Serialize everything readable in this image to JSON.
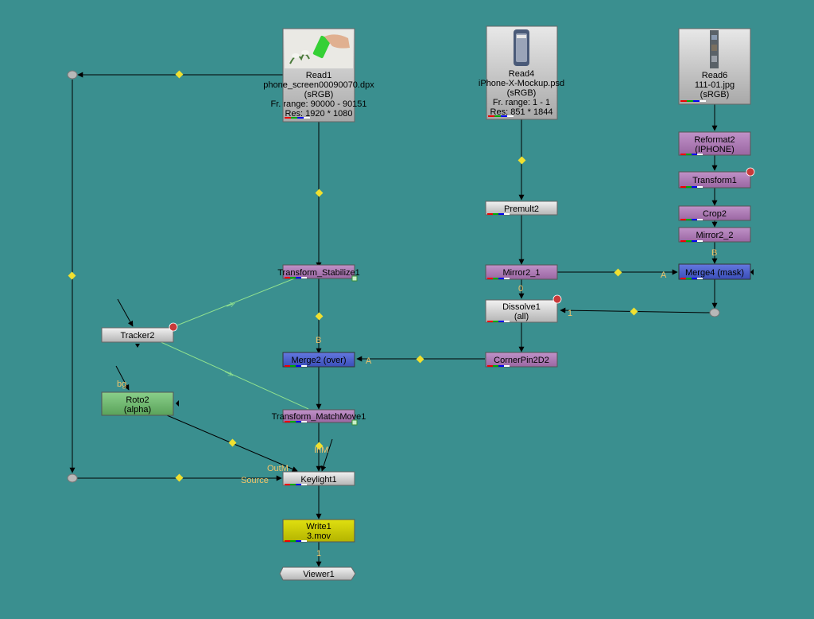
{
  "nodes": {
    "read1": {
      "name": "Read1",
      "file": "phone_screen00090070.dpx",
      "colorspace": "(sRGB)",
      "range": "Fr. range: 90000 - 90151",
      "res": "Res: 1920 * 1080"
    },
    "read4": {
      "name": "Read4",
      "file": "iPhone-X-Mockup.psd",
      "colorspace": "(sRGB)",
      "range": "Fr. range: 1 - 1",
      "res": "Res: 851 * 1844"
    },
    "read6": {
      "name": "Read6",
      "file": "111-01.jpg",
      "colorspace": "(sRGB)"
    },
    "reformat2": {
      "name": "Reformat2",
      "sub": "(IPHONE)"
    },
    "transform1": {
      "name": "Transform1"
    },
    "crop2": {
      "name": "Crop2"
    },
    "mirror2_2": {
      "name": "Mirror2_2"
    },
    "merge4": {
      "name": "Merge4 (mask)"
    },
    "premult2": {
      "name": "Premult2"
    },
    "mirror2_1": {
      "name": "Mirror2_1"
    },
    "dissolve1": {
      "name": "Dissolve1",
      "sub": "(all)"
    },
    "cornerpin": {
      "name": "CornerPin2D2"
    },
    "transform_stab": {
      "name": "Transform_Stabilize1"
    },
    "merge2": {
      "name": "Merge2 (over)"
    },
    "tracker2": {
      "name": "Tracker2"
    },
    "roto2": {
      "name": "Roto2",
      "sub": "(alpha)"
    },
    "transform_mm": {
      "name": "Transform_MatchMove1"
    },
    "keylight1": {
      "name": "Keylight1"
    },
    "write1": {
      "name": "Write1",
      "sub": "3.mov"
    },
    "viewer1": {
      "name": "Viewer1"
    }
  },
  "input_labels": {
    "merge4_b": "B",
    "merge4_a": "A",
    "dissolve_0": "0",
    "dissolve_1": "1",
    "merge2_b": "B",
    "merge2_a": "A",
    "roto_bg": "bg",
    "keylight_outm": "OutM",
    "keylight_inm": "InM",
    "keylight_source": "Source",
    "viewer_1": "1"
  },
  "colors": {
    "background": "#3a8f8f",
    "read_node": "#b8b8b8",
    "transform_node": "#a070a8",
    "merge_node": "#4a5fc8",
    "neutral_node": "#d8d8d8",
    "roto_node": "#6ab46a",
    "write_node": "#c8c800",
    "dot": "#f0e030",
    "input_label": "#f2c46a",
    "link_line": "#8fe08f"
  }
}
